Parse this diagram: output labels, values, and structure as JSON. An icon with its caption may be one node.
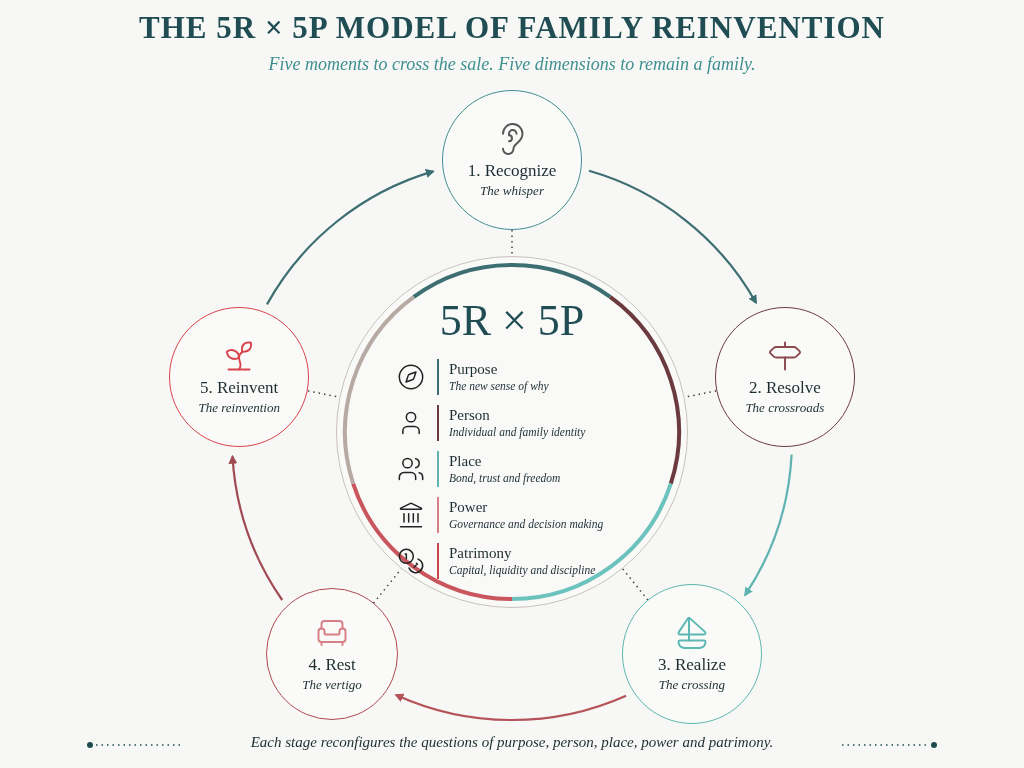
{
  "diagram": {
    "title": "THE 5R × 5P MODEL OF FAMILY REINVENTION",
    "caption": "Each stage reconfigures the questions of purpose, person, place, power and patrimony.",
    "nodes": [
      {
        "text": [
          "5R × 5P"
        ]
      },
      {
        "text": [
          "1. Recognize",
          "The whisper"
        ]
      },
      {
        "text": [
          "2. Resolve",
          "The crossroads"
        ]
      },
      {
        "text": [
          "3. Realize",
          "The crossing"
        ]
      },
      {
        "text": [
          "4. Rest",
          "The vertigo"
        ]
      },
      {
        "text": [
          "5. Reinvent",
          "The reinvention"
        ]
      }
    ],
    "edges": [
      {
        "from": 5,
        "to": 1,
        "arrow": "to",
        "color": "#3d6f72"
      },
      {
        "from": 1,
        "to": 2,
        "arrow": "to",
        "color": "#3d6f72"
      },
      {
        "from": 2,
        "to": 3,
        "arrow": "to",
        "color": "#5fb3b0"
      },
      {
        "from": 3,
        "to": 4,
        "arrow": "to",
        "color": "#b5525a"
      },
      {
        "from": 4,
        "to": 5,
        "arrow": "to",
        "color": "#a04a52"
      },
      {
        "from": 1,
        "to": 0,
        "arrow": "none",
        "style": "dashed",
        "color": "#444444"
      },
      {
        "from": 2,
        "to": 0,
        "arrow": "none",
        "style": "dashed",
        "color": "#444444"
      },
      {
        "from": 3,
        "to": 0,
        "arrow": "none",
        "style": "dashed",
        "color": "#444444"
      },
      {
        "from": 4,
        "to": 0,
        "arrow": "none",
        "style": "dashed",
        "color": "#444444"
      },
      {
        "from": 5,
        "to": 0,
        "arrow": "none",
        "style": "dashed",
        "color": "#444444"
      }
    ],
    "labels": [
      "Five moments to cross the sale. Five dimensions to remain a family.",
      "Purpose",
      "The new sense of why",
      "Person",
      "Individual and family identity",
      "Place",
      "Bond, trust and freedom",
      "Power",
      "Governance and decision making",
      "Patrimony",
      "Capital, liquidity and discipline"
    ]
  }
}
